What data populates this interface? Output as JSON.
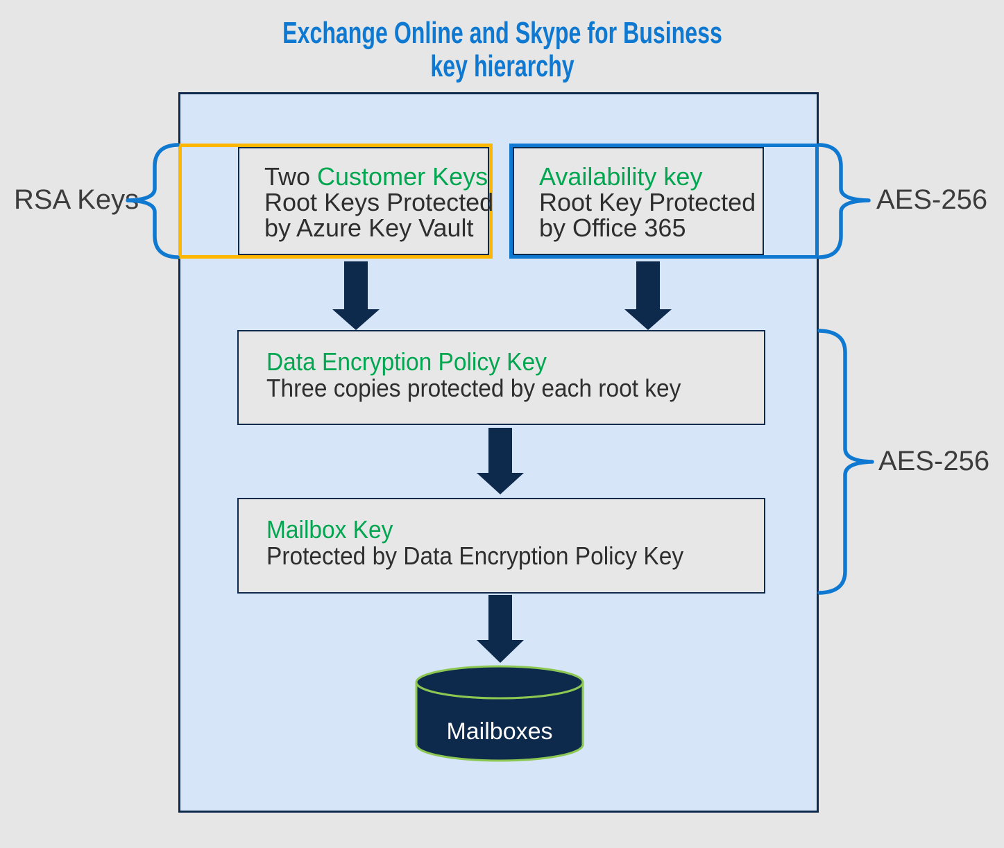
{
  "title": {
    "line1": "Exchange Online and Skype for Business",
    "line2": "key hierarchy"
  },
  "left_label": "RSA Keys",
  "right_label_top": "AES-256",
  "right_label_bottom": "AES-256",
  "boxes": {
    "customer": {
      "prefix": "Two ",
      "highlight": "Customer Keys",
      "line2": "Root Keys Protected",
      "line3": "by Azure Key Vault"
    },
    "availability": {
      "highlight": "Availability key",
      "line2": "Root Key Protected",
      "line3": "by Office 365"
    },
    "policy": {
      "highlight": "Data Encryption Policy Key",
      "line2": "Three copies protected by each root key"
    },
    "mailbox": {
      "highlight": "Mailbox Key",
      "line2": "Protected by Data Encryption Policy Key"
    },
    "database": {
      "label": "Mailboxes"
    }
  },
  "colors": {
    "title_blue": "#0f79d2",
    "green_text": "#00a650",
    "orange_border": "#fdb703",
    "blue_border": "#0f79d2",
    "navy": "#0d2a4d",
    "container_fill": "#d7e5f8",
    "box_fill": "#e7e7e7",
    "page_background": "#e6e6e6",
    "cylinder_outline_green": "#8cc751",
    "dark_text": "#2e2e2e",
    "label_text": "#3c3c3c"
  }
}
